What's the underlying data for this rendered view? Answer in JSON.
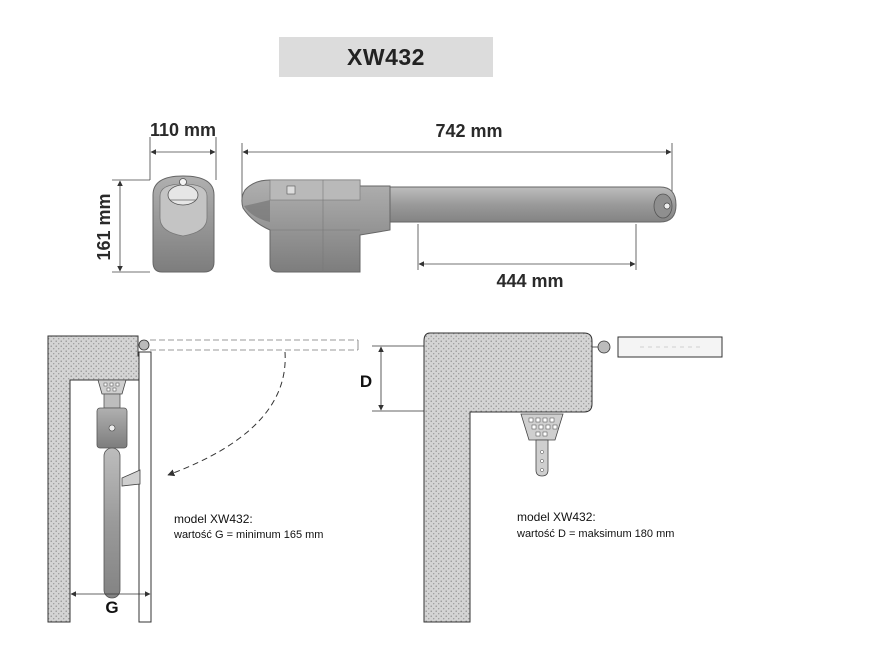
{
  "title": "XW432",
  "dimensions": {
    "width": "110 mm",
    "length": "742 mm",
    "height": "161 mm",
    "stroke": "444 mm"
  },
  "left_install": {
    "note_model": "model XW432:",
    "note_value": "wartość G = minimum 165 mm",
    "label": "G"
  },
  "right_install": {
    "note_model": "model XW432:",
    "note_value": "wartość D = maksimum 180 mm",
    "label": "D"
  },
  "colors": {
    "motor_gray": "#9e9e9e",
    "dark_gray": "#7a7a7a",
    "wall_fill": "#cfcfcf",
    "title_bg": "#dcdcdc"
  }
}
